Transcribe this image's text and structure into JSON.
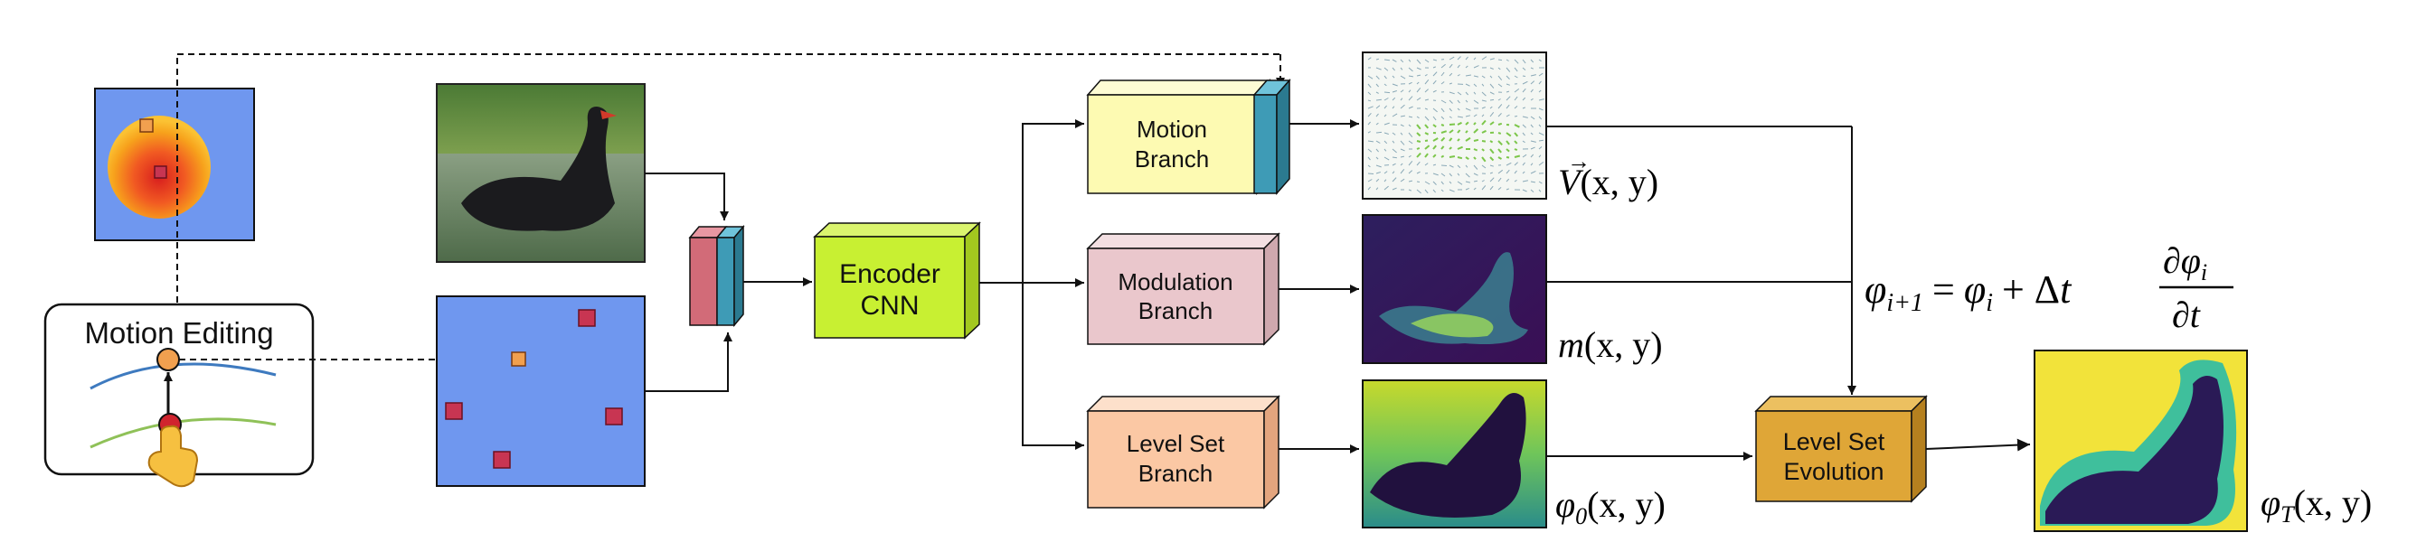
{
  "motion_editing": {
    "title": "Motion Editing"
  },
  "encoder": {
    "line1": "Encoder",
    "line2": "CNN"
  },
  "motion_branch": {
    "line1": "Motion",
    "line2": "Branch"
  },
  "modulation_branch": {
    "line1": "Modulation",
    "line2": "Branch"
  },
  "levelset_branch": {
    "line1": "Level Set",
    "line2": "Branch"
  },
  "levelset_evolution": {
    "line1": "Level Set",
    "line2": "Evolution"
  },
  "outputs": {
    "velocity": {
      "letter": "V",
      "args": "(x, y)"
    },
    "modulation": {
      "letter": "m",
      "args": "(x, y)"
    },
    "phi0": {
      "letter": "φ",
      "sub": "0",
      "args": "(x, y)"
    },
    "phiT": {
      "letter": "φ",
      "sub": "T",
      "args": "(x, y)"
    }
  },
  "equation": {
    "lhs": "φ",
    "lhs_sub": "i+1",
    "eq": "=",
    "rhs1": "φ",
    "rhs1_sub": "i",
    "plus": "+ Δ",
    "t": "t",
    "num_d": "∂",
    "num_phi": "φ",
    "num_sub": "i",
    "den_d": "∂",
    "den_t": "t"
  },
  "colors": {
    "blue_bg": "#6f97ef",
    "marker_red": "#c83552",
    "marker_orange": "#f1a04f",
    "encoder": "#c8f032",
    "motion": "#fdfab2",
    "modulation": "#eac7cc",
    "levelset": "#fbc8a4",
    "evolution": "#dfa637",
    "concat_red": "#d26b78",
    "concat_teal": "#3e9bb6"
  }
}
